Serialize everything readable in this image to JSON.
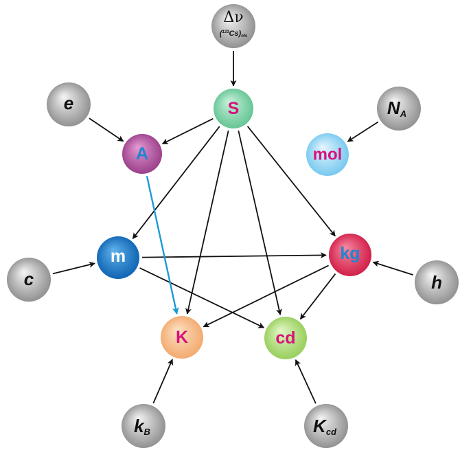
{
  "units": {
    "s": {
      "label": "S",
      "text_color": "#d6137a",
      "fill_light": "#c8f2dc",
      "fill_dark": "#5fc28f"
    },
    "A": {
      "label": "A",
      "text_color": "#1c86d2",
      "fill_light": "#e49ad4",
      "fill_dark": "#963a86"
    },
    "mol": {
      "label": "mol",
      "text_color": "#d6137a",
      "fill_light": "#e6f6fe",
      "fill_dark": "#70c6ee"
    },
    "m": {
      "label": "m",
      "text_color": "#ffffff",
      "fill_light": "#5fb2ec",
      "fill_dark": "#0b60b0"
    },
    "kg": {
      "label": "kg",
      "text_color": "#1c86d2",
      "fill_light": "#f68aa2",
      "fill_dark": "#cf1842"
    },
    "K": {
      "label": "K",
      "text_color": "#d6137a",
      "fill_light": "#fde1c4",
      "fill_dark": "#f2a76a"
    },
    "cd": {
      "label": "cd",
      "text_color": "#d6137a",
      "fill_light": "#e4f7c6",
      "fill_dark": "#93cc55"
    }
  },
  "constants": {
    "delta_nu": {
      "symbol": "Δν",
      "sub_superscript": "133",
      "sub_main": "Cs",
      "sub_tail": "hfs"
    },
    "e": {
      "label": "e"
    },
    "N_A": {
      "label": "N",
      "sub": "A"
    },
    "c": {
      "label": "c"
    },
    "h": {
      "label": "h"
    },
    "k_B": {
      "label": "k",
      "sub": "B"
    },
    "K_cd": {
      "label": "K",
      "sub": "cd"
    }
  },
  "colors": {
    "arrow": "#111111",
    "highlight_arrow": "#1c9ad6",
    "constant_light": "#f5f5f5",
    "constant_dark": "#8a8a8a"
  },
  "edges": [
    {
      "from": "delta_nu",
      "to": "s"
    },
    {
      "from": "e",
      "to": "A"
    },
    {
      "from": "N_A",
      "to": "mol"
    },
    {
      "from": "c",
      "to": "m"
    },
    {
      "from": "h",
      "to": "kg"
    },
    {
      "from": "k_B",
      "to": "K"
    },
    {
      "from": "K_cd",
      "to": "cd"
    },
    {
      "from": "s",
      "to": "A"
    },
    {
      "from": "s",
      "to": "m"
    },
    {
      "from": "s",
      "to": "K"
    },
    {
      "from": "s",
      "to": "cd"
    },
    {
      "from": "s",
      "to": "kg"
    },
    {
      "from": "m",
      "to": "kg"
    },
    {
      "from": "m",
      "to": "cd"
    },
    {
      "from": "kg",
      "to": "K"
    },
    {
      "from": "kg",
      "to": "cd"
    },
    {
      "from": "A",
      "to": "K",
      "highlight": true
    }
  ]
}
